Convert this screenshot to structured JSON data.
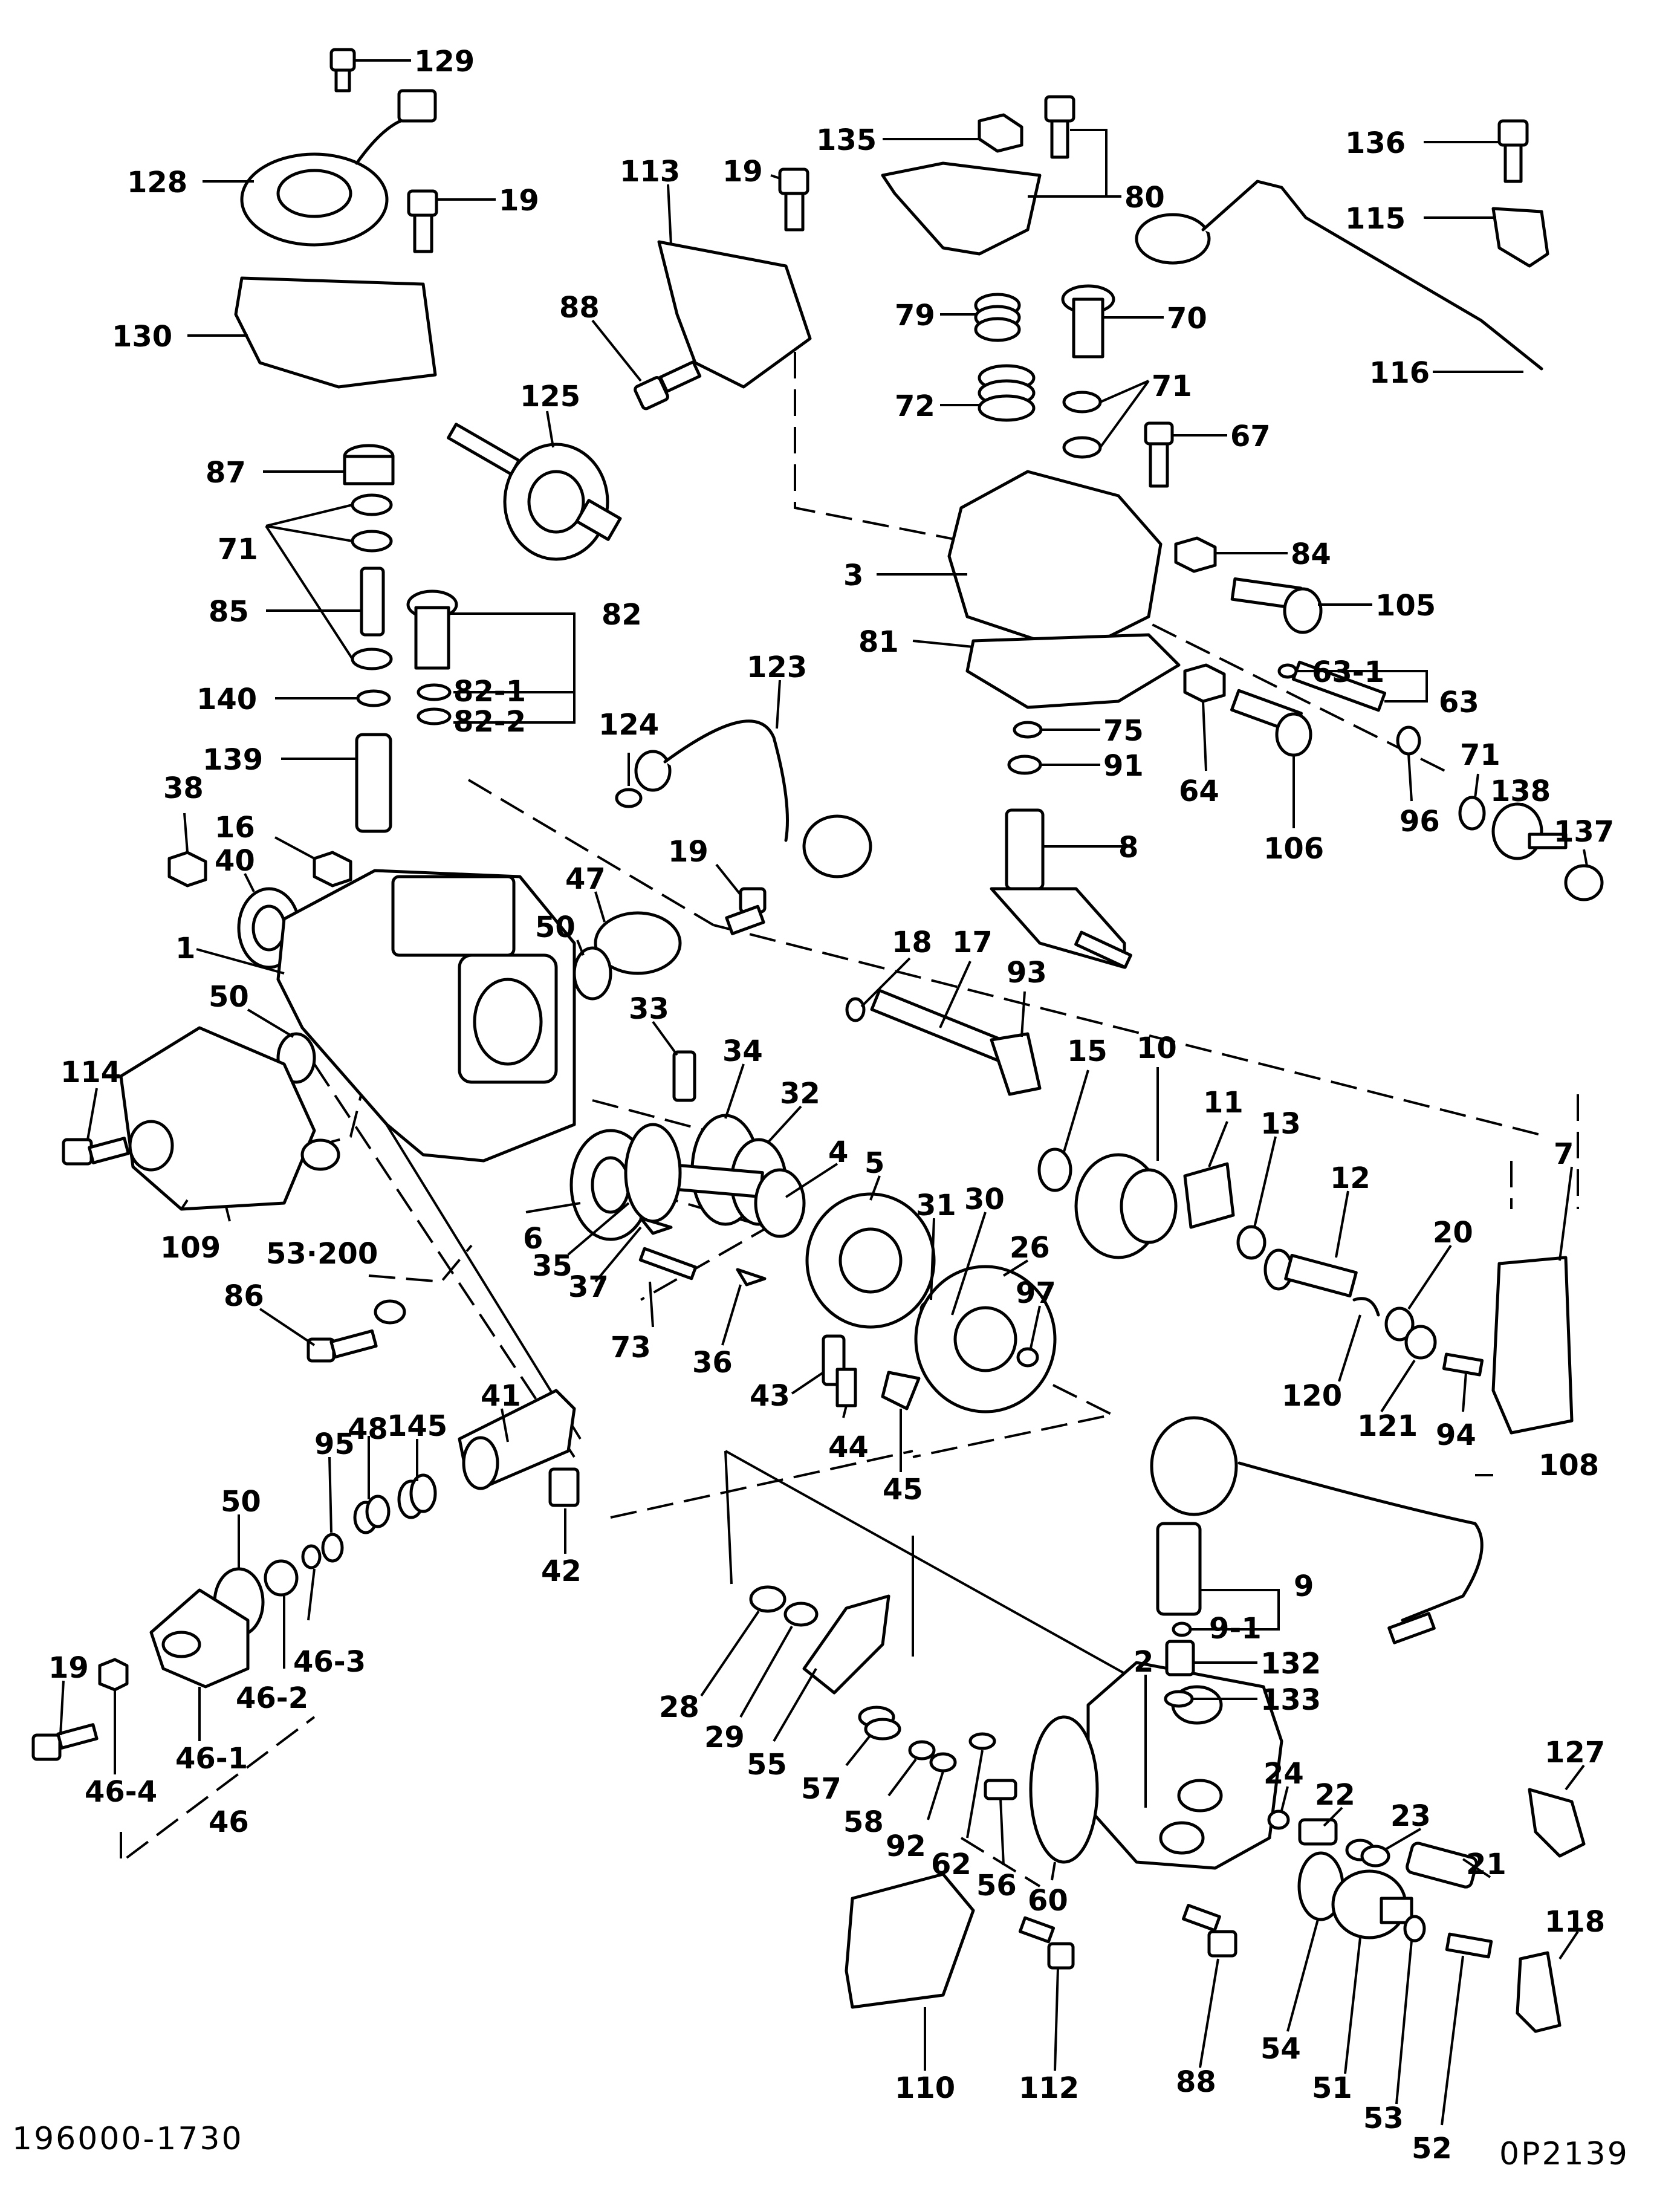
{
  "drawing": {
    "code_left": "196000-1730",
    "code_right": "0P2139"
  },
  "callouts": [
    {
      "id": "c129",
      "text": "129"
    },
    {
      "id": "c128",
      "text": "128"
    },
    {
      "id": "c19a",
      "text": "19"
    },
    {
      "id": "c130",
      "text": "130"
    },
    {
      "id": "c113",
      "text": "113"
    },
    {
      "id": "c19b",
      "text": "19"
    },
    {
      "id": "c88a",
      "text": "88"
    },
    {
      "id": "c125",
      "text": "125"
    },
    {
      "id": "c135",
      "text": "135"
    },
    {
      "id": "c80",
      "text": "80"
    },
    {
      "id": "c79",
      "text": "79"
    },
    {
      "id": "c70",
      "text": "70"
    },
    {
      "id": "c72",
      "text": "72"
    },
    {
      "id": "c71a",
      "text": "71"
    },
    {
      "id": "c67",
      "text": "67"
    },
    {
      "id": "c136",
      "text": "136"
    },
    {
      "id": "c115",
      "text": "115"
    },
    {
      "id": "c116",
      "text": "116"
    },
    {
      "id": "c87",
      "text": "87"
    },
    {
      "id": "c71b",
      "text": "71"
    },
    {
      "id": "c85",
      "text": "85"
    },
    {
      "id": "c82",
      "text": "82"
    },
    {
      "id": "c82_1",
      "text": "82-1"
    },
    {
      "id": "c82_2",
      "text": "82-2"
    },
    {
      "id": "c140",
      "text": "140"
    },
    {
      "id": "c139",
      "text": "139"
    },
    {
      "id": "c84",
      "text": "84"
    },
    {
      "id": "c3",
      "text": "3"
    },
    {
      "id": "c105",
      "text": "105"
    },
    {
      "id": "c81",
      "text": "81"
    },
    {
      "id": "c123",
      "text": "123"
    },
    {
      "id": "c63_1",
      "text": "63-1"
    },
    {
      "id": "c63",
      "text": "63"
    },
    {
      "id": "c124",
      "text": "124"
    },
    {
      "id": "c75",
      "text": "75"
    },
    {
      "id": "c91",
      "text": "91"
    },
    {
      "id": "c64",
      "text": "64"
    },
    {
      "id": "c106",
      "text": "106"
    },
    {
      "id": "c96",
      "text": "96"
    },
    {
      "id": "c71c",
      "text": "71"
    },
    {
      "id": "c138",
      "text": "138"
    },
    {
      "id": "c137",
      "text": "137"
    },
    {
      "id": "c38",
      "text": "38"
    },
    {
      "id": "c16",
      "text": "16"
    },
    {
      "id": "c40",
      "text": "40"
    },
    {
      "id": "c19c",
      "text": "19"
    },
    {
      "id": "c8",
      "text": "8"
    },
    {
      "id": "c47",
      "text": "47"
    },
    {
      "id": "c50a",
      "text": "50"
    },
    {
      "id": "c1",
      "text": "1"
    },
    {
      "id": "c18",
      "text": "18"
    },
    {
      "id": "c17",
      "text": "17"
    },
    {
      "id": "c93",
      "text": "93"
    },
    {
      "id": "c15",
      "text": "15"
    },
    {
      "id": "c10",
      "text": "10"
    },
    {
      "id": "c50b",
      "text": "50"
    },
    {
      "id": "c33",
      "text": "33"
    },
    {
      "id": "c34",
      "text": "34"
    },
    {
      "id": "c32",
      "text": "32"
    },
    {
      "id": "c11",
      "text": "11"
    },
    {
      "id": "c114",
      "text": "114"
    },
    {
      "id": "c4",
      "text": "4"
    },
    {
      "id": "c5",
      "text": "5"
    },
    {
      "id": "c13",
      "text": "13"
    },
    {
      "id": "c12",
      "text": "12"
    },
    {
      "id": "c7",
      "text": "7"
    },
    {
      "id": "c31",
      "text": "31"
    },
    {
      "id": "c30",
      "text": "30"
    },
    {
      "id": "c20",
      "text": "20"
    },
    {
      "id": "c26",
      "text": "26"
    },
    {
      "id": "c6",
      "text": "6"
    },
    {
      "id": "c35",
      "text": "35"
    },
    {
      "id": "c37",
      "text": "37"
    },
    {
      "id": "c109",
      "text": "109"
    },
    {
      "id": "c53_200",
      "text": "53·200"
    },
    {
      "id": "c97",
      "text": "97"
    },
    {
      "id": "c86",
      "text": "86"
    },
    {
      "id": "c73",
      "text": "73"
    },
    {
      "id": "c36",
      "text": "36"
    },
    {
      "id": "c120",
      "text": "120"
    },
    {
      "id": "c121",
      "text": "121"
    },
    {
      "id": "c94",
      "text": "94"
    },
    {
      "id": "c43",
      "text": "43"
    },
    {
      "id": "c41",
      "text": "41"
    },
    {
      "id": "c145",
      "text": "145"
    },
    {
      "id": "c48",
      "text": "48"
    },
    {
      "id": "c95",
      "text": "95"
    },
    {
      "id": "c44",
      "text": "44"
    },
    {
      "id": "c45",
      "text": "45"
    },
    {
      "id": "c108",
      "text": "108"
    },
    {
      "id": "c50c",
      "text": "50"
    },
    {
      "id": "c42",
      "text": "42"
    },
    {
      "id": "c9",
      "text": "9"
    },
    {
      "id": "c9_1",
      "text": "9-1"
    },
    {
      "id": "c2",
      "text": "2"
    },
    {
      "id": "c132",
      "text": "132"
    },
    {
      "id": "c133",
      "text": "133"
    },
    {
      "id": "c19d",
      "text": "19"
    },
    {
      "id": "c46_3",
      "text": "46-3"
    },
    {
      "id": "c46_2",
      "text": "46-2"
    },
    {
      "id": "c46_1",
      "text": "46-1"
    },
    {
      "id": "c46_4",
      "text": "46-4"
    },
    {
      "id": "c46",
      "text": "46"
    },
    {
      "id": "c28",
      "text": "28"
    },
    {
      "id": "c29",
      "text": "29"
    },
    {
      "id": "c55",
      "text": "55"
    },
    {
      "id": "c57",
      "text": "57"
    },
    {
      "id": "c58",
      "text": "58"
    },
    {
      "id": "c92",
      "text": "92"
    },
    {
      "id": "c62",
      "text": "62"
    },
    {
      "id": "c56",
      "text": "56"
    },
    {
      "id": "c60",
      "text": "60"
    },
    {
      "id": "c24",
      "text": "24"
    },
    {
      "id": "c22",
      "text": "22"
    },
    {
      "id": "c23",
      "text": "23"
    },
    {
      "id": "c21",
      "text": "21"
    },
    {
      "id": "c127",
      "text": "127"
    },
    {
      "id": "c118",
      "text": "118"
    },
    {
      "id": "c110",
      "text": "110"
    },
    {
      "id": "c112",
      "text": "112"
    },
    {
      "id": "c88b",
      "text": "88"
    },
    {
      "id": "c54",
      "text": "54"
    },
    {
      "id": "c51",
      "text": "51"
    },
    {
      "id": "c53",
      "text": "53"
    },
    {
      "id": "c52",
      "text": "52"
    }
  ]
}
